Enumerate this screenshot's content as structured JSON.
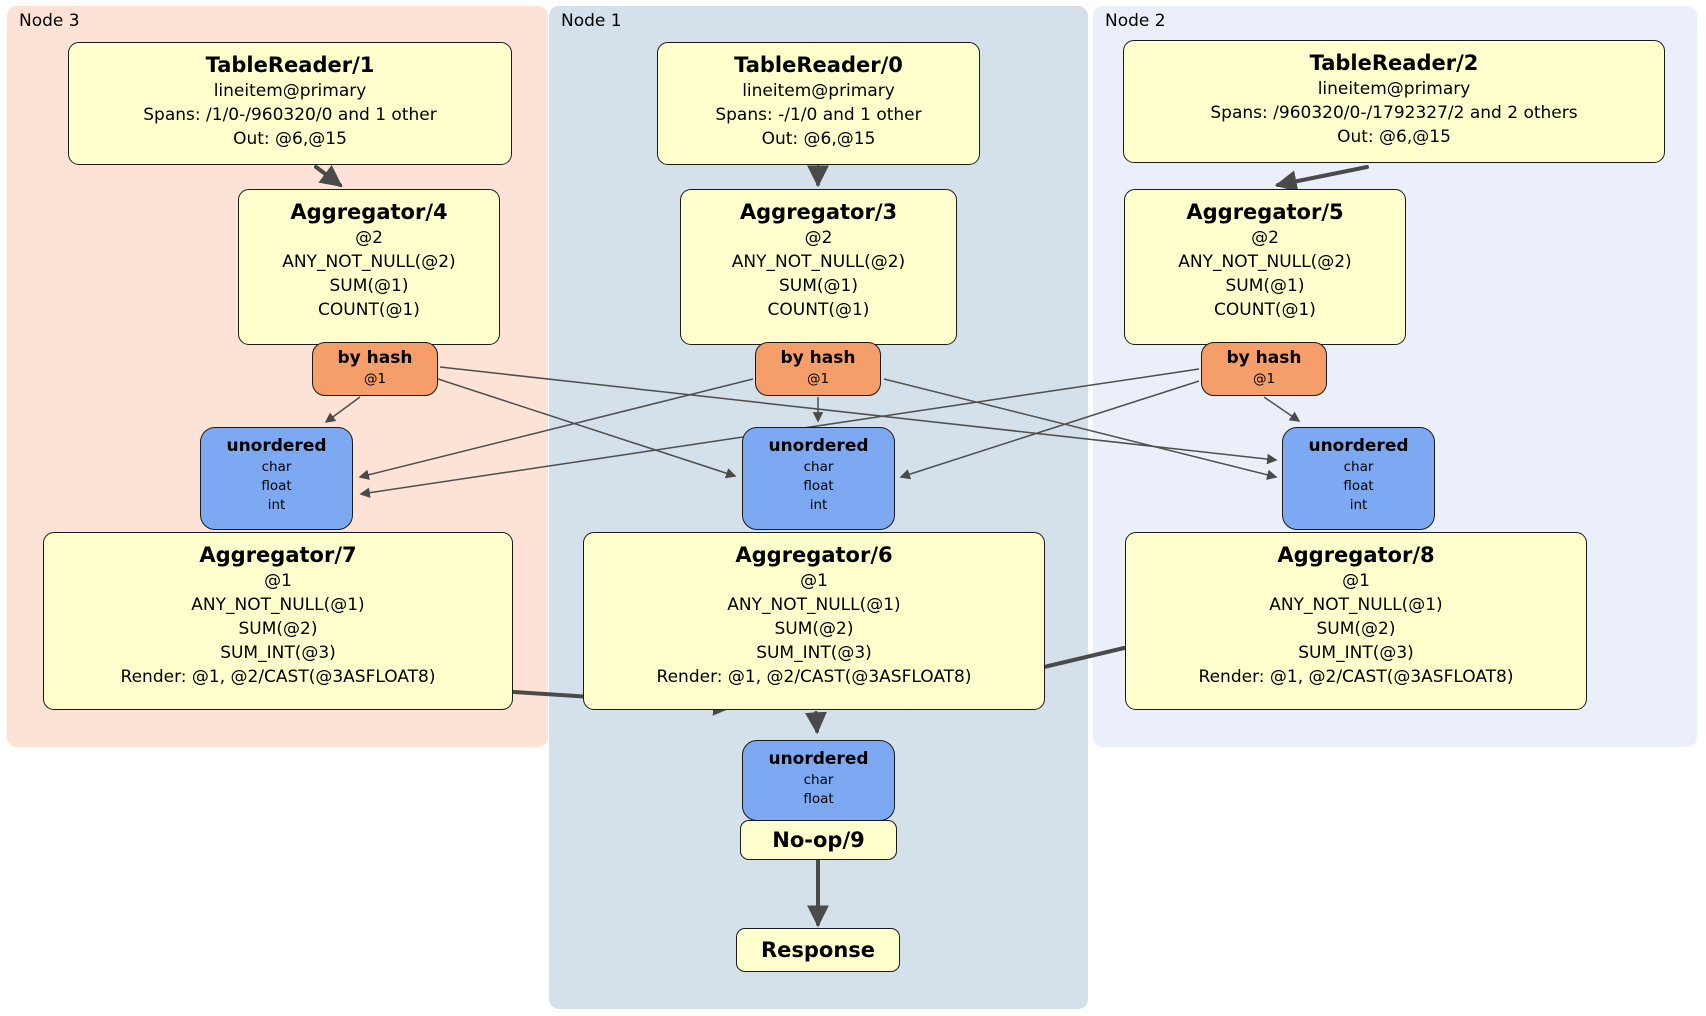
{
  "panels": {
    "node3": {
      "label": "Node 3"
    },
    "node1": {
      "label": "Node 1"
    },
    "node2": {
      "label": "Node 2"
    }
  },
  "processors": {
    "tr1": {
      "title": "TableReader/1",
      "lines": [
        "lineitem@primary",
        "Spans: /1/0-/960320/0 and 1 other",
        "Out: @6,@15"
      ]
    },
    "tr0": {
      "title": "TableReader/0",
      "lines": [
        "lineitem@primary",
        "Spans: -/1/0 and 1 other",
        "Out: @6,@15"
      ]
    },
    "tr2": {
      "title": "TableReader/2",
      "lines": [
        "lineitem@primary",
        "Spans: /960320/0-/1792327/2 and 2 others",
        "Out: @6,@15"
      ]
    },
    "agg4": {
      "title": "Aggregator/4",
      "lines": [
        "@2",
        "ANY_NOT_NULL(@2)",
        "SUM(@1)",
        "COUNT(@1)"
      ]
    },
    "agg3": {
      "title": "Aggregator/3",
      "lines": [
        "@2",
        "ANY_NOT_NULL(@2)",
        "SUM(@1)",
        "COUNT(@1)"
      ]
    },
    "agg5": {
      "title": "Aggregator/5",
      "lines": [
        "@2",
        "ANY_NOT_NULL(@2)",
        "SUM(@1)",
        "COUNT(@1)"
      ]
    },
    "agg7": {
      "title": "Aggregator/7",
      "lines": [
        "@1",
        "ANY_NOT_NULL(@1)",
        "SUM(@2)",
        "SUM_INT(@3)",
        "Render: @1, @2/CAST(@3ASFLOAT8)"
      ]
    },
    "agg6": {
      "title": "Aggregator/6",
      "lines": [
        "@1",
        "ANY_NOT_NULL(@1)",
        "SUM(@2)",
        "SUM_INT(@3)",
        "Render: @1, @2/CAST(@3ASFLOAT8)"
      ]
    },
    "agg8": {
      "title": "Aggregator/8",
      "lines": [
        "@1",
        "ANY_NOT_NULL(@1)",
        "SUM(@2)",
        "SUM_INT(@3)",
        "Render: @1, @2/CAST(@3ASFLOAT8)"
      ]
    },
    "noop": {
      "title": "No-op/9"
    },
    "response": {
      "title": "Response"
    }
  },
  "routers": {
    "hash3": {
      "label": "by hash",
      "key": "@1"
    },
    "hash1": {
      "label": "by hash",
      "key": "@1"
    },
    "hash2": {
      "label": "by hash",
      "key": "@1"
    }
  },
  "syncs": {
    "sync3": {
      "label": "unordered",
      "types": [
        "char",
        "float",
        "int"
      ]
    },
    "sync1": {
      "label": "unordered",
      "types": [
        "char",
        "float",
        "int"
      ]
    },
    "sync2": {
      "label": "unordered",
      "types": [
        "char",
        "float",
        "int"
      ]
    },
    "syncFinal": {
      "label": "unordered",
      "types": [
        "char",
        "float"
      ]
    }
  },
  "colors": {
    "node3_bg": "#fce3d5",
    "node1_bg": "#d4e1ea",
    "node2_bg": "#eaeffa",
    "processor_bg": "#ffffcd",
    "router_bg": "#f59e69",
    "sync_bg": "#7da9f2",
    "edge": "#4a4a4a",
    "border": "#1a1a1a"
  }
}
